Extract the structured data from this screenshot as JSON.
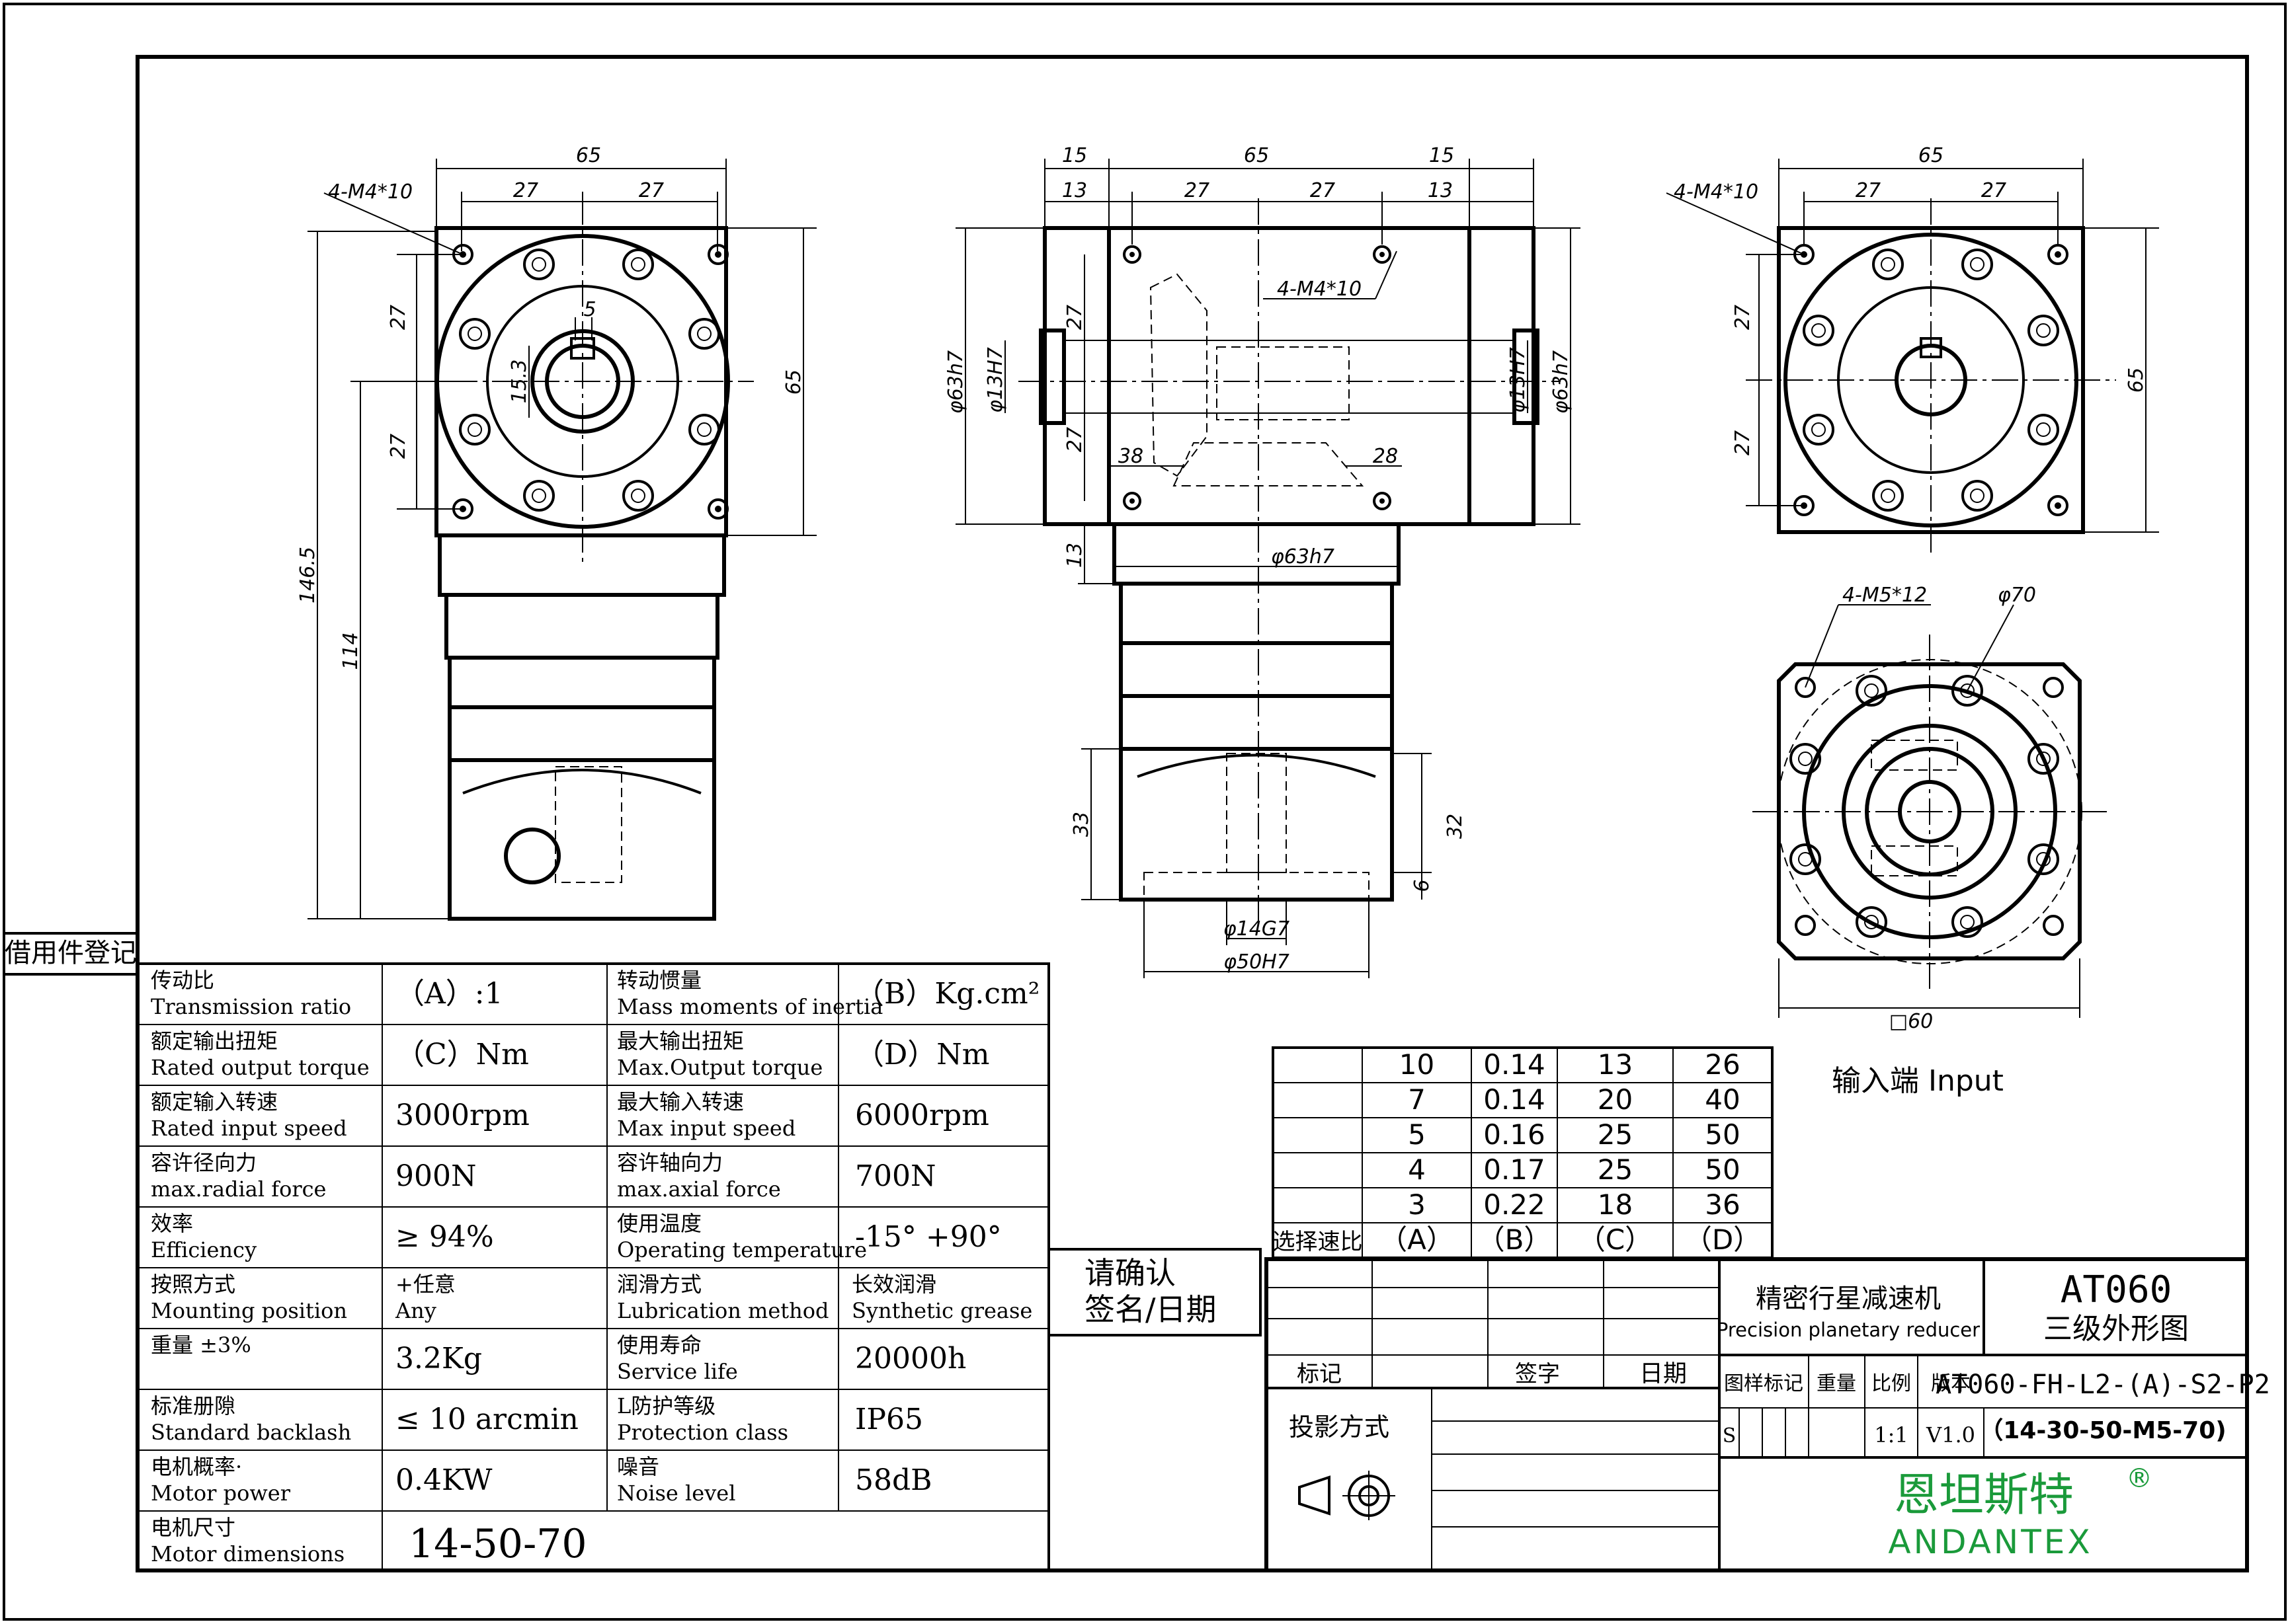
{
  "side_label": "借用件登记",
  "dims": {
    "front": {
      "w65": "65",
      "w27a": "27",
      "w27b": "27",
      "hole": "4-M4*10",
      "h27a": "27",
      "h27b": "27",
      "h65": "65",
      "key": "5",
      "bore": "15.3",
      "h146": "146.5",
      "h114": "114"
    },
    "side": {
      "w15a": "15",
      "w65": "65",
      "w15b": "15",
      "w13a": "13",
      "w27a": "27",
      "w27b": "27",
      "w13b": "13",
      "hole": "4-M4*10",
      "d63l": "φ63h7",
      "d13l": "φ13H7",
      "d13r": "φ13H7",
      "d63r": "φ63h7",
      "v27a": "27",
      "v27b": "27",
      "x38": "38",
      "x28": "28",
      "v13": "13",
      "d63b": "φ63h7",
      "v33": "33",
      "v32": "32",
      "v6": "6",
      "d14": "φ14G7",
      "d50": "φ50H7"
    },
    "right": {
      "w65": "65",
      "w27a": "27",
      "w27b": "27",
      "hole": "4-M4*10",
      "h27a": "27",
      "h27b": "27",
      "h65": "65"
    },
    "input": {
      "hole": "4-M5*12",
      "dia": "φ70",
      "sq": "□60",
      "label": "输入端  Input"
    }
  },
  "spec_rows": [
    {
      "l1cn": "传动比",
      "l1en": "Transmission ratio",
      "v1": "（A）:1",
      "l2cn": "转动惯量",
      "l2en": "Mass moments of inertia",
      "v2": "（B）Kg.cm²"
    },
    {
      "l1cn": "额定输出扭矩",
      "l1en": "Rated output torque",
      "v1": "（C）Nm",
      "l2cn": "最大输出扭矩",
      "l2en": "Max.Output torque",
      "v2": "（D）Nm"
    },
    {
      "l1cn": "额定输入转速",
      "l1en": "Rated input speed",
      "v1": "3000rpm",
      "l2cn": "最大输入转速",
      "l2en": "Max input speed",
      "v2": "6000rpm"
    },
    {
      "l1cn": "容许径向力",
      "l1en": "max.radial force",
      "v1": "900N",
      "l2cn": "容许轴向力",
      "l2en": "max.axial  force",
      "v2": "700N"
    },
    {
      "l1cn": "效率",
      "l1en": "Efficiency",
      "v1": "≥ 94%",
      "l2cn": "使用温度",
      "l2en": "Operating temperature",
      "v2": "-15° +90°"
    },
    {
      "l1cn": "按照方式",
      "l1en": "Mounting position",
      "v1": "+任意\nAny",
      "l2cn": "润滑方式",
      "l2en": "Lubrication method",
      "v2": "长效润滑\nSynthetic grease"
    },
    {
      "l1cn": "重量 ±3%",
      "l1en": "",
      "v1": "3.2Kg",
      "l2cn": "使用寿命",
      "l2en": "Service life",
      "v2": "20000h"
    },
    {
      "l1cn": "标准册隙",
      "l1en": "Standard backlash",
      "v1": "≤ 10 arcmin",
      "l2cn": "L防护等级",
      "l2en": "Protection class",
      "v2": "IP65"
    },
    {
      "l1cn": "电机概率·",
      "l1en": "Motor power",
      "v1": "0.4KW",
      "l2cn": "噪音",
      "l2en": "Noise level",
      "v2": "58dB"
    },
    {
      "l1cn": "电机尺寸",
      "l1en": "Motor dimensions",
      "v1": "14-50-70",
      "l2cn": "",
      "l2en": "",
      "v2": ""
    }
  ],
  "confirm": {
    "line1": "请确认",
    "line2": "签名/日期"
  },
  "ratio_table": {
    "rows": [
      [
        "10",
        "0.14",
        "13",
        "26"
      ],
      [
        "7",
        "0.14",
        "20",
        "40"
      ],
      [
        "5",
        "0.16",
        "25",
        "50"
      ],
      [
        "4",
        "0.17",
        "25",
        "50"
      ],
      [
        "3",
        "0.22",
        "18",
        "36"
      ]
    ],
    "header_label": "选择速比",
    "headers": [
      "（A）",
      "（B）",
      "（C）",
      "（D）"
    ]
  },
  "title_block": {
    "name_cn": "精密行星减速机",
    "name_en": "Precision planetary reducer",
    "model": "AT060",
    "drawing": "三级外形图",
    "mark": "标记",
    "sign": "签字",
    "date": "日期",
    "projection": "投影方式",
    "cols": [
      "图样标记",
      "重量",
      "比例",
      "版本"
    ],
    "s": "S",
    "scale": "1:1",
    "version": "V1.0",
    "part_no": "AT060-FH-L2-(A)-S2-P2",
    "motor_code": "（14-30-50-M5-70)",
    "brand_cn": "恩坦斯特",
    "brand_en": "ANDANTEX",
    "reg": "®",
    "brand_color": "#1a9a3a"
  }
}
